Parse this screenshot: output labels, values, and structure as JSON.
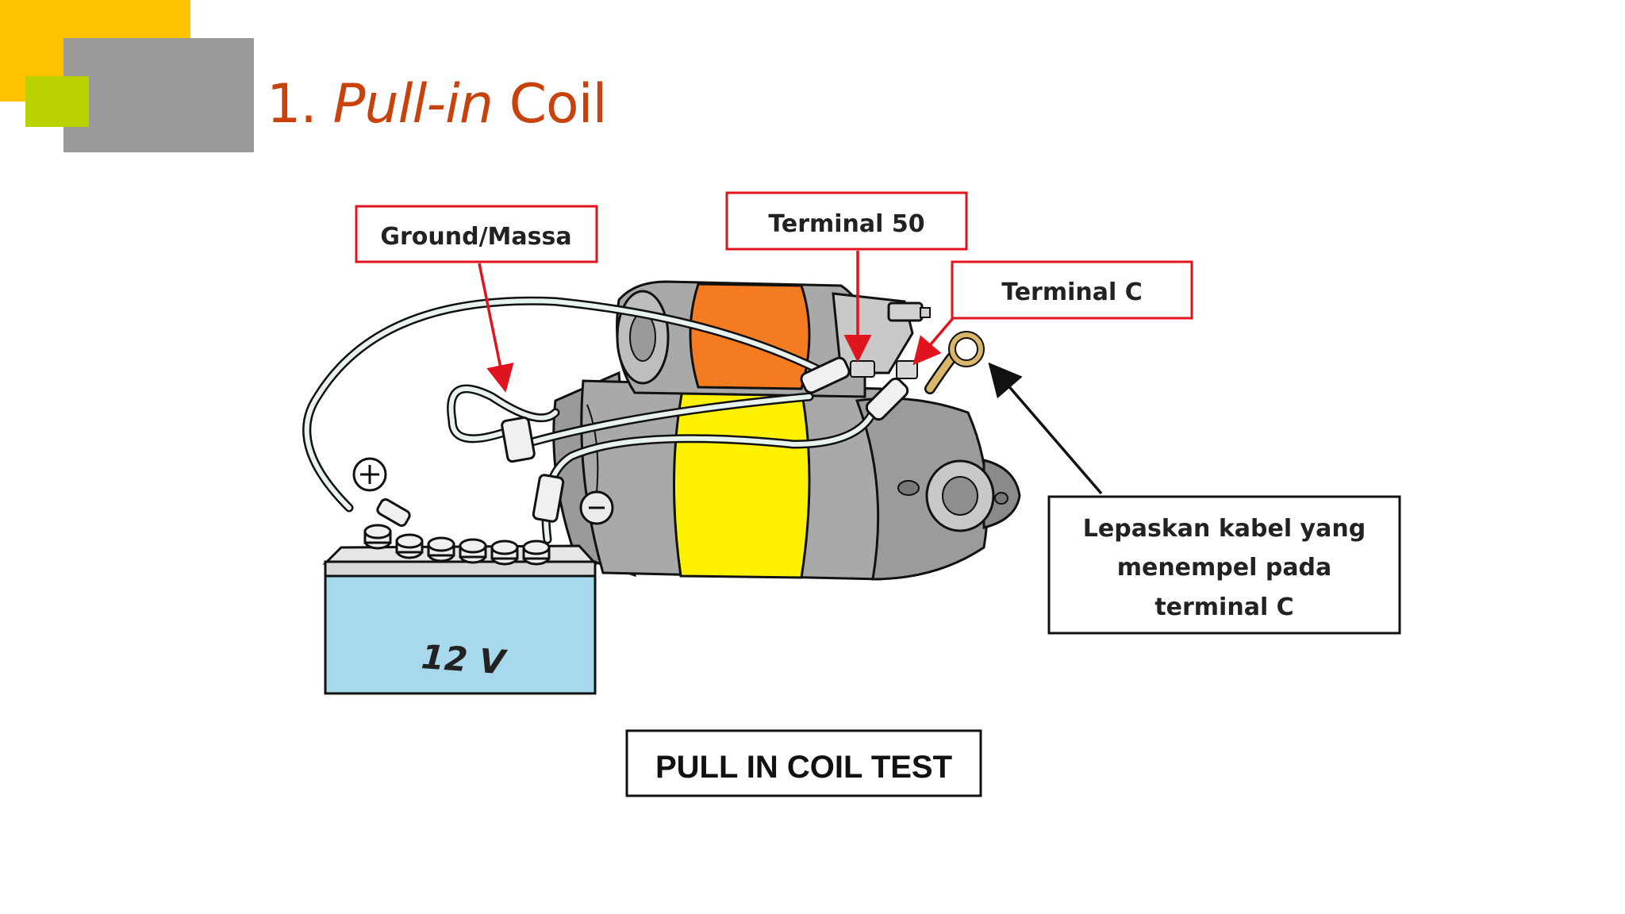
{
  "slide": {
    "title_number": "1.",
    "title_italic": "Pull-in",
    "title_rest": "Coil"
  },
  "diagram": {
    "labels": {
      "ground": "Ground/Massa",
      "terminal_50": "Terminal 50",
      "terminal_c": "Terminal C",
      "note_line1": "Lepaskan kabel yang",
      "note_line2": "menempel pada",
      "note_line3": "terminal C",
      "battery_voltage": "12 V",
      "caption": "PULL IN COIL TEST",
      "plus_symbol": "+",
      "minus_symbol": "−"
    },
    "colors": {
      "label_border": "#E0141E",
      "solenoid": "#F47B20",
      "motor_band": "#FFF200",
      "battery": "#A8D8EC",
      "cable": "#E8F2EE"
    }
  }
}
